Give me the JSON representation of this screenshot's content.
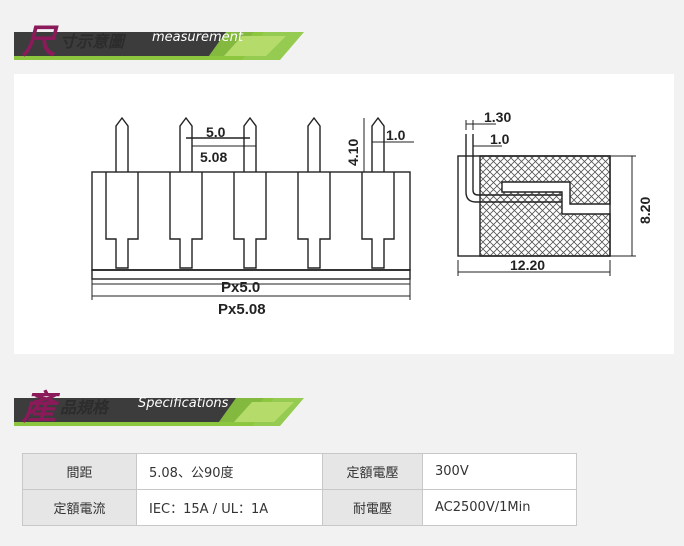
{
  "sections": {
    "measurement": {
      "big_char": "尺",
      "title_zh": "寸示意圖",
      "title_en": "measurement"
    },
    "specifications": {
      "big_char": "產",
      "title_zh": "品規格",
      "title_en": "Specifications"
    }
  },
  "drawing": {
    "front": {
      "pitch_a": "5.0",
      "pitch_b": "5.08",
      "height": "4.10",
      "pin_width": "1.0",
      "total_a": "Px5.0",
      "total_b": "Px5.08"
    },
    "side": {
      "top_dim": "1.30",
      "pin_dim": "1.0",
      "height": "8.20",
      "depth": "12.20"
    }
  },
  "spec_table": {
    "rows": [
      [
        {
          "k": "間距",
          "v": "5.08、公90度"
        },
        {
          "k": "定額電壓",
          "v": "300V"
        }
      ],
      [
        {
          "k": "定額電流",
          "v": "IEC：15A / UL：1A"
        },
        {
          "k": "耐電壓",
          "v": "AC2500V/1Min"
        }
      ]
    ]
  },
  "colors": {
    "accent": "#8a1a5a",
    "banner_green": "#8cc63f",
    "banner_dark": "#3c3c3c"
  }
}
